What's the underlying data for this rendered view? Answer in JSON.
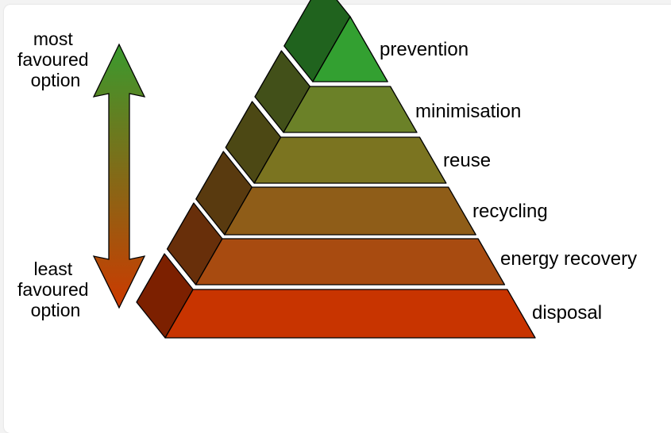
{
  "diagram": {
    "top_label": [
      "most",
      "favoured",
      "option"
    ],
    "bottom_label": [
      "least",
      "favoured",
      "option"
    ],
    "tiers": [
      {
        "label": "prevention",
        "color": "#33a031"
      },
      {
        "label": "minimisation",
        "color": "#6b8128"
      },
      {
        "label": "reuse",
        "color": "#7b7420"
      },
      {
        "label": "recycling",
        "color": "#8f5d18"
      },
      {
        "label": "energy recovery",
        "color": "#a84b10"
      },
      {
        "label": "disposal",
        "color": "#c83400"
      }
    ],
    "arrow_colors": {
      "top": "#3a9a2e",
      "bottom": "#cc3a00"
    }
  }
}
